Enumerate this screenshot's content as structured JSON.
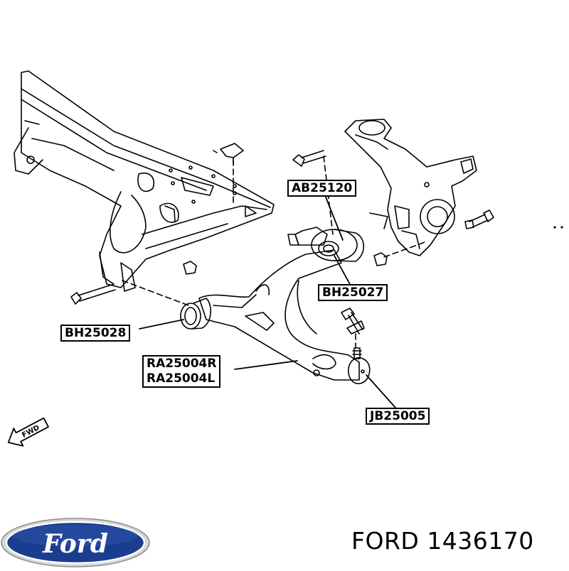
{
  "labels": {
    "ab25120": "AB25120",
    "bh25027": "BH25027",
    "bh25028": "BH25028",
    "ra25004r": "RA25004R",
    "ra25004l": "RA25004L",
    "jb25005": "JB25005"
  },
  "fwd_marker": "FWD",
  "logo": {
    "text": "Ford",
    "fill": "#1a3d8f",
    "ring": "#c9c9c9"
  },
  "caption": "FORD 1436170",
  "colors": {
    "line": "#000000",
    "background": "#ffffff"
  }
}
